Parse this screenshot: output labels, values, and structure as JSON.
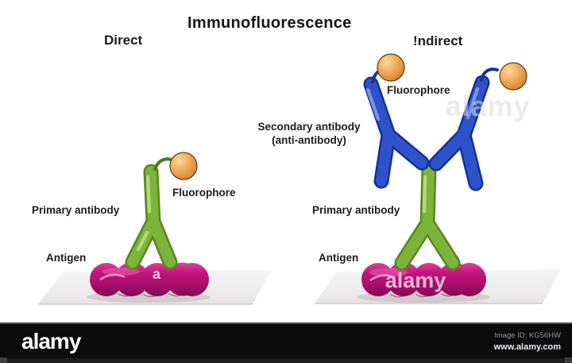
{
  "title": "Immunofluorescence",
  "panels": {
    "direct": {
      "heading": "Direct",
      "fluorophore_label": "Fluorophore",
      "primary_antibody_label": "Primary antibody",
      "antigen_label": "Antigen"
    },
    "indirect": {
      "heading": "!ndirect",
      "fluorophore_label": "Fluorophore",
      "secondary_antibody_label_line1": "Secondary antibody",
      "secondary_antibody_label_line2": "(anti-antibody)",
      "primary_antibody_label": "Primary antibody",
      "antigen_label": "Antigen"
    }
  },
  "watermarks": {
    "center_text": "alamy",
    "antigen_left_text": "a",
    "antigen_right_text": "alamy"
  },
  "footer": {
    "logo_text": "alamy",
    "image_id_text": "Image ID: KG56HW",
    "url_text": "www.alamy.com"
  },
  "colors": {
    "primary_antibody_green": "#7db33a",
    "secondary_antibody_blue": "#2e52c9",
    "antigen_magenta": "#c2157e",
    "fluorophore_orange": "#f0ab58",
    "platform_gray": "#ececec",
    "footer_black": "#0b0b0b",
    "label_text": "#1c1c1c"
  }
}
